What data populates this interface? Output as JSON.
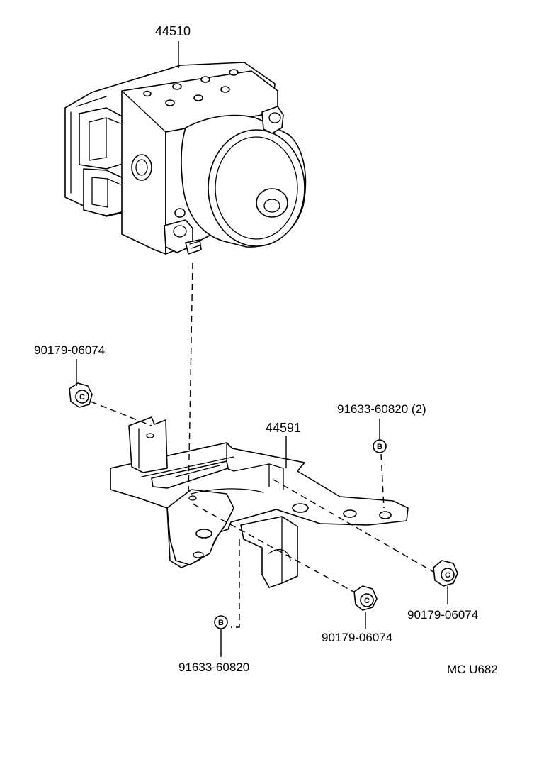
{
  "parts": {
    "actuator": "44510",
    "bracket": "44591",
    "nut_left": "90179-06074",
    "bolt_right": "91633-60820 (2)",
    "nut_right": "90179-06074",
    "nut_bottom": "90179-06074",
    "bolt_bottom": "91633-60820"
  },
  "badges": {
    "bolt": "B",
    "nut": "C"
  },
  "figure_code": "MC U682"
}
